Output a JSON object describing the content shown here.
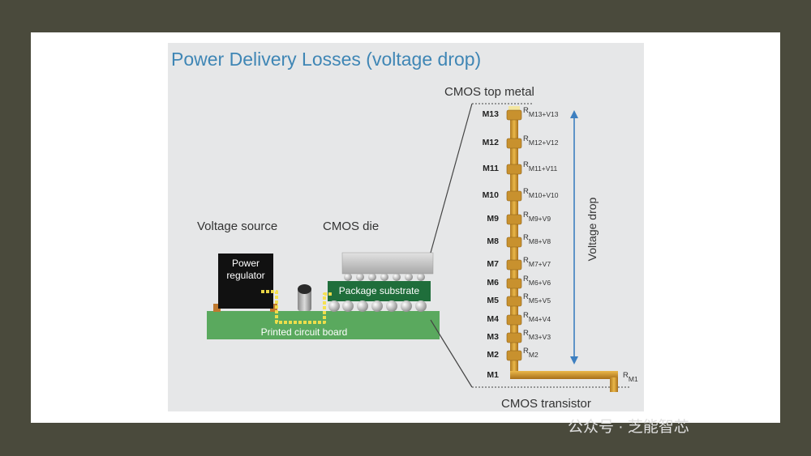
{
  "title": "Power Delivery Losses (voltage drop)",
  "labels": {
    "voltage_source": "Voltage source",
    "cmos_die": "CMOS die",
    "power_regulator": "Power regulator",
    "package_substrate": "Package substrate",
    "pcb": "Printed circuit board",
    "cmos_top_metal": "CMOS top metal",
    "cmos_transistor": "CMOS transistor",
    "voltage_drop": "Voltage drop"
  },
  "metal_layers": [
    {
      "name": "M13",
      "r": "R",
      "sub": "M13+V13"
    },
    {
      "name": "M12",
      "r": "R",
      "sub": "M12+V12"
    },
    {
      "name": "M11",
      "r": "R",
      "sub": "M11+V11"
    },
    {
      "name": "M10",
      "r": "R",
      "sub": "M10+V10"
    },
    {
      "name": "M9",
      "r": "R",
      "sub": "M9+V9"
    },
    {
      "name": "M8",
      "r": "R",
      "sub": "M8+V8"
    },
    {
      "name": "M7",
      "r": "R",
      "sub": "M7+V7"
    },
    {
      "name": "M6",
      "r": "R",
      "sub": "M6+V6"
    },
    {
      "name": "M5",
      "r": "R",
      "sub": "M5+V5"
    },
    {
      "name": "M4",
      "r": "R",
      "sub": "M4+V4"
    },
    {
      "name": "M3",
      "r": "R",
      "sub": "M3+V3"
    },
    {
      "name": "M2",
      "r": "R",
      "sub": "M2"
    },
    {
      "name": "M1",
      "r": "R",
      "sub": "M1"
    }
  ],
  "watermark": "公众号 · 芝能智芯",
  "colors": {
    "title": "#3f86b5",
    "pcb": "#5aa95e",
    "substrate": "#1f6e3b",
    "copper": "#c8912e",
    "arrow": "#3d7fc0"
  }
}
